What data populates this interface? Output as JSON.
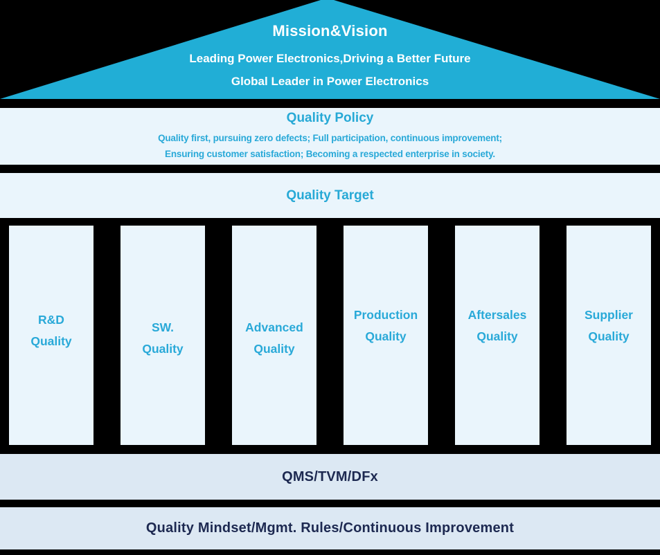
{
  "palette": {
    "background": "#000000",
    "roof_fill": "#21AED6",
    "band_light": "#EAF5FC",
    "band_muted": "#DCE8F3",
    "accent_text": "#27A9D6",
    "navy_text": "#1D2951",
    "roof_text": "#FFFFFF"
  },
  "roof": {
    "title": "Mission&Vision",
    "line1": "Leading Power Electronics,Driving a Better Future",
    "line2": "Global Leader in Power Electronics"
  },
  "policy": {
    "title": "Quality Policy",
    "line1": "Quality first, pursuing zero defects; Full participation, continuous improvement;",
    "line2": "Ensuring customer satisfaction; Becoming a respected enterprise in society."
  },
  "target": {
    "title": "Quality Target"
  },
  "pillars": [
    {
      "line1": "R&D",
      "line2": "Quality"
    },
    {
      "line1": "SW.",
      "line2": "Quality"
    },
    {
      "line1": "Advanced",
      "line2": "Quality"
    },
    {
      "line1": "Production",
      "line2": "Quality"
    },
    {
      "line1": "Aftersales",
      "line2": "Quality"
    },
    {
      "line1": "Supplier",
      "line2": "Quality"
    }
  ],
  "foundation": {
    "qms": "QMS/TVM/DFx",
    "base": "Quality Mindset/Mgmt. Rules/Continuous Improvement"
  }
}
